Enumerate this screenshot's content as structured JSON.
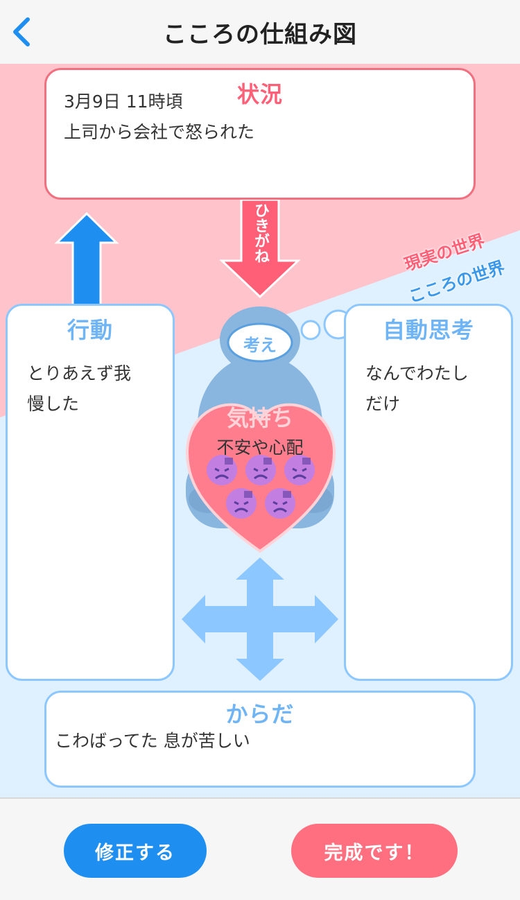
{
  "header": {
    "title": "こころの仕組み図"
  },
  "situation": {
    "label": "状況",
    "text": "3月9日 11時頃\n上司から会社で怒られた"
  },
  "trigger_label": "ひきがね",
  "world": {
    "real": "現実の世界",
    "mind": "こころの世界"
  },
  "behavior": {
    "label": "行動",
    "text": "とりあえず我\n慢した"
  },
  "auto_thought": {
    "label": "自動思考",
    "text": "なんでわたし\nだけ"
  },
  "thought_label": "考え",
  "feeling": {
    "label": "気持ち",
    "text": "不安や心配",
    "emoji_count": 5
  },
  "body_box": {
    "label": "からだ",
    "text": "こわばってた 息が苦しい"
  },
  "footer": {
    "edit_label": "修正する",
    "done_label": "完成です！"
  },
  "colors": {
    "pink": "#ff5f77",
    "pink_bg": "#ffc3cb",
    "blue": "#1e8ff0",
    "light_blue": "#8cc7ff",
    "mind_bg": "#dff0ff"
  }
}
